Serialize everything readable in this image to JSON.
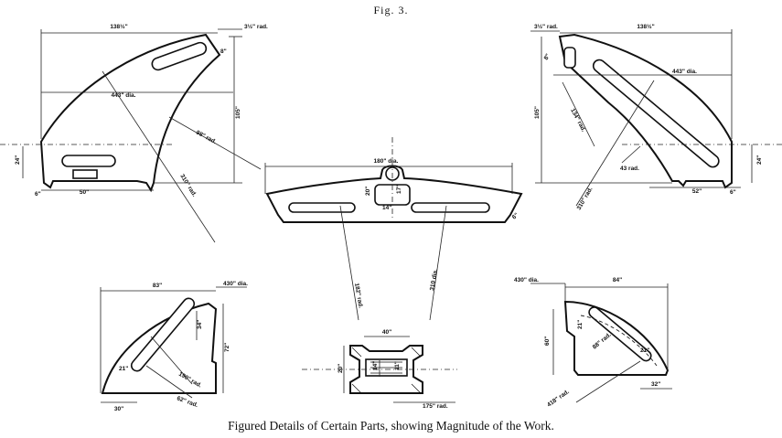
{
  "figure": {
    "title": "Fig. 3.",
    "caption": "Figured Details of Certain Parts, showing Magnitude of the Work."
  },
  "dimensions": {
    "top_left": {
      "width": "138½\"",
      "corner_radius": "3½\" rad.",
      "corner_small": "8\"",
      "diameter": "443\" dia.",
      "arc_radius": "98\" rad.",
      "large_radius": "310\" rad.",
      "height": "105\"",
      "base_height": "24\"",
      "base_left": "6\"",
      "base_width": "50\""
    },
    "top_right": {
      "corner_radius": "3½\" rad.",
      "width": "138½\"",
      "corner_small": "8\"",
      "diameter": "443\" dia.",
      "height": "105\"",
      "inner_radius": "134\" rad.",
      "large_radius": "310\" rad.",
      "arc_radius": "43 rad.",
      "base_height": "24\"",
      "base_width": "52\"",
      "base_right": "6\""
    },
    "center": {
      "width": "180\" dia.",
      "height_a": "17\"",
      "height_b": "20\"",
      "radius_center": "14\"",
      "right_small": "6\"",
      "radius_left": "182\" rad.",
      "radius_right": "310 dia."
    },
    "bottom_left": {
      "width": "83\"",
      "diameter": "430\" dia.",
      "height": "72\"",
      "slot_height": "34\"",
      "slot_small": "21\"",
      "radius": "190\" rad.",
      "small_radius": "62\" rad.",
      "base_width": "30\""
    },
    "bottom_center": {
      "width": "40\"",
      "height": "20\"",
      "inner_a": "14\"",
      "inner_b": "11\"",
      "radius": "175\" rad."
    },
    "bottom_right": {
      "diameter": "430\" dia.",
      "width": "84\"",
      "height": "60\"",
      "slot_height": "21\"",
      "radius_a": "88\" rad.",
      "slot_small": "21\"",
      "small_radius": "418\" rad.",
      "base_width": "32\""
    }
  }
}
